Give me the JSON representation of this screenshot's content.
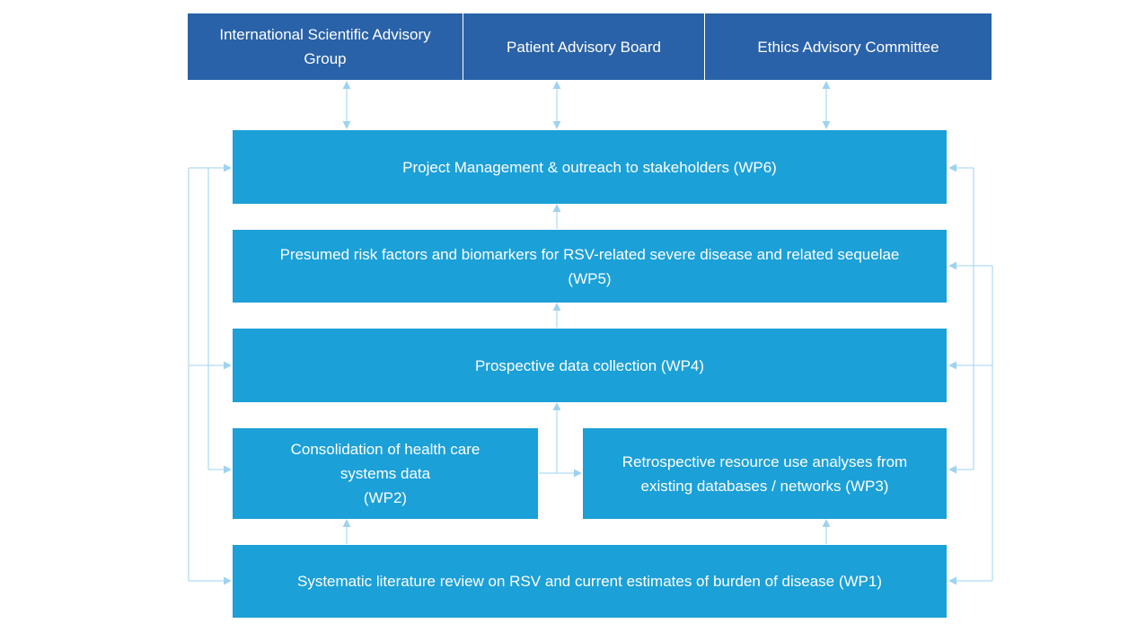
{
  "advisory": {
    "isag": "International Scientific Advisory Group",
    "pab": "Patient Advisory Board",
    "eac": "Ethics Advisory Committee"
  },
  "wp": {
    "wp6": "Project Management & outreach to stakeholders (WP6)",
    "wp5": "Presumed risk factors and biomarkers for RSV-related severe disease and related sequelae (WP5)",
    "wp4": "Prospective data collection (WP4)",
    "wp2": "Consolidation of health care\nsystems data\n(WP2)",
    "wp3": "Retrospective resource use analyses from existing databases / networks (WP3)",
    "wp1": "Systematic literature review on RSV and current estimates of burden of disease (WP1)"
  },
  "colors": {
    "advisory_fill": "#2962a8",
    "wp_fill": "#1ba0d8",
    "connector": "#9ed3f0"
  }
}
